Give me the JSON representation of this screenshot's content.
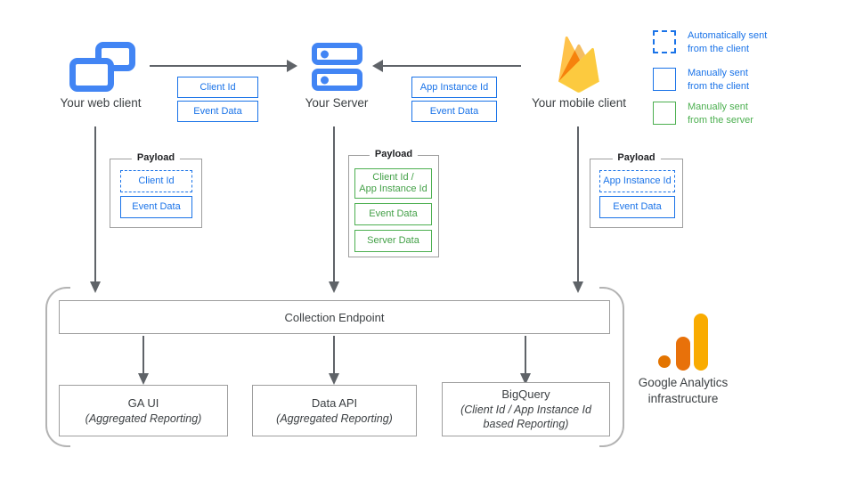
{
  "colors": {
    "icon_blue": "#4285f4",
    "tag_blue": "#1a73e8",
    "green": "#4caf50",
    "arrow_gray": "#5f6368",
    "border_gray": "#9e9e9e",
    "ga_amber": "#f9ab00",
    "ga_orange": "#e8710a",
    "ga_dark_orange": "#e37400"
  },
  "clients": {
    "web": {
      "label": "Your web client"
    },
    "server": {
      "label": "Your Server"
    },
    "mobile": {
      "label": "Your mobile client"
    }
  },
  "flows": {
    "web_to_server": {
      "tags": [
        {
          "label": "Client Id"
        },
        {
          "label": "Event Data"
        }
      ]
    },
    "mobile_to_server": {
      "tags": [
        {
          "label": "App Instance Id"
        },
        {
          "label": "Event Data"
        }
      ]
    }
  },
  "legend": {
    "items": [
      {
        "style": "dashed-blue",
        "text": "Automatically sent\nfrom the client"
      },
      {
        "style": "solid-blue",
        "text": "Manually sent\nfrom the client"
      },
      {
        "style": "solid-green",
        "text": "Manually sent\nfrom the server"
      }
    ]
  },
  "payloads": {
    "web": {
      "title": "Payload",
      "items": [
        {
          "label": "Client Id",
          "style": "dashed-blue"
        },
        {
          "label": "Event Data",
          "style": "solid-blue"
        }
      ]
    },
    "server": {
      "title": "Payload",
      "items": [
        {
          "label": "Client Id /\nApp Instance Id",
          "style": "green"
        },
        {
          "label": "Event Data",
          "style": "green"
        },
        {
          "label": "Server Data",
          "style": "green"
        }
      ]
    },
    "mobile": {
      "title": "Payload",
      "items": [
        {
          "label": "App Instance Id",
          "style": "dashed-blue"
        },
        {
          "label": "Event Data",
          "style": "solid-blue"
        }
      ]
    }
  },
  "infrastructure": {
    "endpoint": "Collection Endpoint",
    "outputs": [
      {
        "title": "GA UI",
        "subtitle": "(Aggregated Reporting)"
      },
      {
        "title": "Data API",
        "subtitle": "(Aggregated Reporting)"
      },
      {
        "title": "BigQuery",
        "subtitle": "(Client Id / App Instance Id\nbased Reporting)"
      }
    ],
    "brand": "Google Analytics\ninfrastructure"
  }
}
